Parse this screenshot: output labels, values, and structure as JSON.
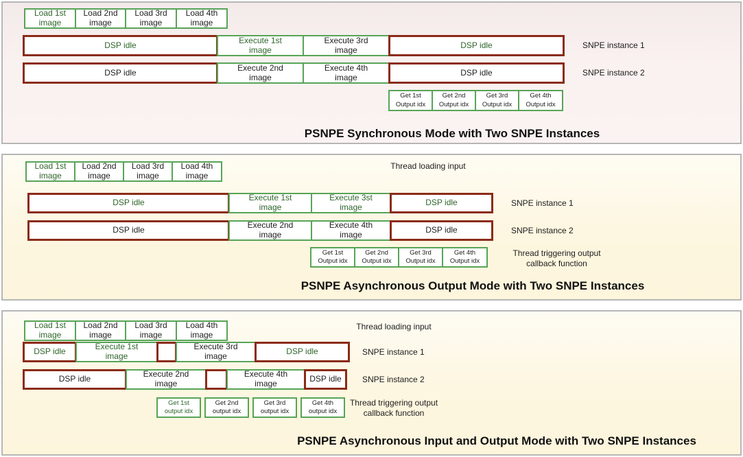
{
  "colors": {
    "box_green_border": "#57a457",
    "box_red_border": "#8b2b17",
    "green_text": "#2e652a",
    "black_text": "#1e1e1e",
    "panel1_bg": "#faf2f0",
    "panel_cream_bg": "#fdf6e0",
    "panel_border": "#b6b6b6"
  },
  "panels": [
    {
      "title": "PSNPE Synchronous Mode with Two SNPE Instances",
      "instance1_label": "SNPE instance 1",
      "instance2_label": "SNPE instance 2",
      "load": [
        "Load 1st\nimage",
        "Load 2nd\nimage",
        "Load 3rd\nimage",
        "Load 4th\nimage"
      ],
      "row1": [
        "DSP idle",
        "Execute 1st\nimage",
        "Execute 3rd\nimage",
        "DSP idle"
      ],
      "row2": [
        "DSP idle",
        "Execute 2nd\nimage",
        "Execute 4th\nimage",
        "DSP idle"
      ],
      "outputs": [
        "Get 1st\nOutput idx",
        "Get 2nd\nOutput idx",
        "Get 3rd\nOutput idx",
        "Get 4th\nOutput idx"
      ]
    },
    {
      "title": "PSNPE Asynchronous Output Mode with Two SNPE Instances",
      "thread_loading_label": "Thread loading input",
      "callback_label": "Thread triggering output\ncallback function",
      "instance1_label": "SNPE instance 1",
      "instance2_label": "SNPE instance 2",
      "load": [
        "Load 1st\nimage",
        "Load 2nd\nimage",
        "Load 3rd\nimage",
        "Load 4th\nimage"
      ],
      "row1": [
        "DSP idle",
        "Execute 1st\nimage",
        "Execute 3st\nimage",
        "DSP idle"
      ],
      "row2": [
        "DSP idle",
        "Execute 2nd\nimage",
        "Execute 4th\nimage",
        "DSP idle"
      ],
      "outputs": [
        "Get 1st\nOutput idx",
        "Get 2nd\nOutput idx",
        "Get 3rd\nOutput idx",
        "Get 4th\nOutput idx"
      ]
    },
    {
      "title": "PSNPE Asynchronous Input and Output Mode with Two SNPE Instances",
      "thread_loading_label": "Thread loading input",
      "callback_label": "Thread triggering output\ncallback function",
      "instance1_label": "SNPE instance 1",
      "instance2_label": "SNPE instance 2",
      "load": [
        "Load 1st\nimage",
        "Load 2nd\nimage",
        "Load 3rd\nimage",
        "Load 4th\nimage"
      ],
      "row1": [
        "DSP idle",
        "Execute 1st\nimage",
        "",
        "Execute 3rd\nimage",
        "DSP idle"
      ],
      "row2": [
        "DSP idle",
        "Execute 2nd\nimage",
        "",
        "Execute 4th\nimage",
        "DSP idle"
      ],
      "outputs": [
        "Get 1st\noutput idx",
        "Get 2nd\noutput idx",
        "Get 3rd\noutput idx",
        "Get 4th\noutput idx"
      ]
    }
  ]
}
